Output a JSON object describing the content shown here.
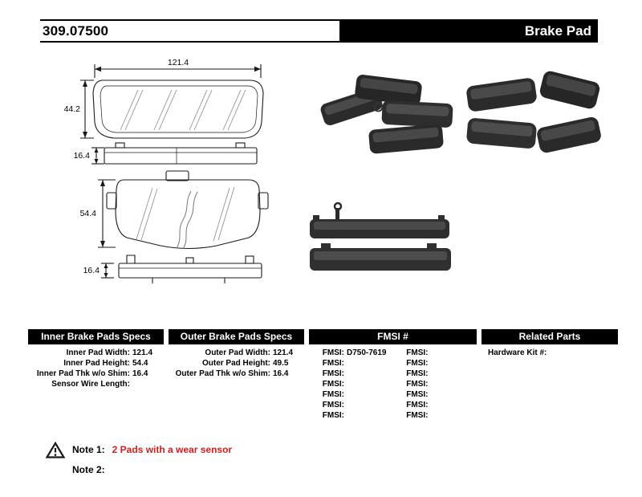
{
  "header": {
    "part_number": "309.07500",
    "title": "Brake Pad"
  },
  "drawing": {
    "dims": {
      "width": "121.4",
      "height1": "44.2",
      "thk1": "16.4",
      "height2": "54.4",
      "thk2": "16.4"
    }
  },
  "table": {
    "inner": {
      "header": "Inner Brake Pads Specs",
      "rows": [
        {
          "label": "Inner Pad Width:",
          "value": "121.4"
        },
        {
          "label": "Inner Pad Height:",
          "value": "54.4"
        },
        {
          "label": "Inner Pad Thk w/o Shim:",
          "value": "16.4"
        },
        {
          "label": "Sensor Wire Length:",
          "value": ""
        }
      ]
    },
    "outer": {
      "header": "Outer Brake Pads Specs",
      "rows": [
        {
          "label": "Outer Pad Width:",
          "value": "121.4"
        },
        {
          "label": "Outer Pad Height:",
          "value": "49.5"
        },
        {
          "label": "Outer Pad Thk w/o Shim:",
          "value": "16.4"
        }
      ]
    },
    "fmsi": {
      "header": "FMSI #",
      "col1": [
        {
          "label": "FMSI:",
          "value": "D750-7619"
        },
        {
          "label": "FMSI:",
          "value": ""
        },
        {
          "label": "FMSI:",
          "value": ""
        },
        {
          "label": "FMSI:",
          "value": ""
        },
        {
          "label": "FMSI:",
          "value": ""
        },
        {
          "label": "FMSI:",
          "value": ""
        },
        {
          "label": "FMSI:",
          "value": ""
        }
      ],
      "col2": [
        {
          "label": "FMSI:",
          "value": ""
        },
        {
          "label": "FMSI:",
          "value": ""
        },
        {
          "label": "FMSI:",
          "value": ""
        },
        {
          "label": "FMSI:",
          "value": ""
        },
        {
          "label": "FMSI:",
          "value": ""
        },
        {
          "label": "FMSI:",
          "value": ""
        },
        {
          "label": "FMSI:",
          "value": ""
        }
      ]
    },
    "related": {
      "header": "Related Parts",
      "rows": [
        {
          "label": "Hardware Kit #:",
          "value": ""
        }
      ]
    }
  },
  "notes": {
    "note1_label": "Note 1:",
    "note1_text": "2 Pads with a wear sensor",
    "note2_label": "Note 2:",
    "note2_text": ""
  },
  "colors": {
    "note_red": "#cc2222",
    "ink": "#000000",
    "pad_photo_gray": "#2e2e2e"
  }
}
